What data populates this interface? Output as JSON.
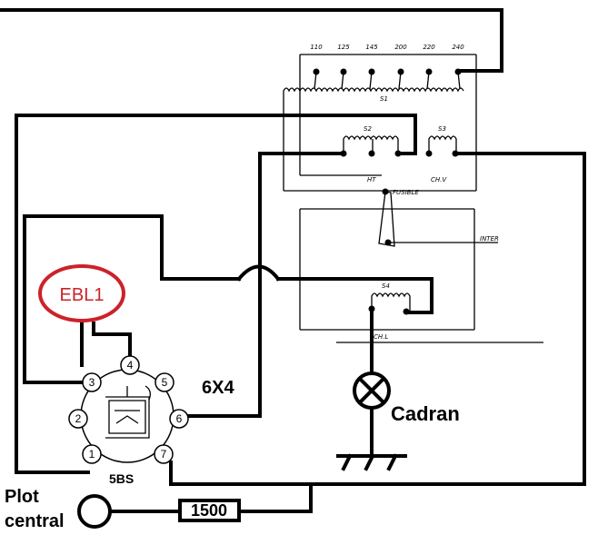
{
  "diagram": {
    "voltage_taps": [
      "110",
      "125",
      "145",
      "200",
      "220",
      "240"
    ],
    "winding_labels": {
      "s1": "S1",
      "s2": "S2",
      "s3": "S3",
      "s4": "S4"
    },
    "terminal_labels": {
      "ht": "HT",
      "chv": "CH.V",
      "fusible": "FUSIBLE",
      "inter": "INTER",
      "chl": "CH.L"
    },
    "tube_label": "EBL1",
    "tube_label_color": "#cc2229",
    "rectifier_label": "6X4",
    "socket_label": "5BS",
    "pins": [
      "1",
      "2",
      "3",
      "4",
      "5",
      "6",
      "7"
    ],
    "lamp_label": "Cadran",
    "resistor_label": "1500",
    "plot_label_line1": "Plot",
    "plot_label_line2": "central"
  }
}
